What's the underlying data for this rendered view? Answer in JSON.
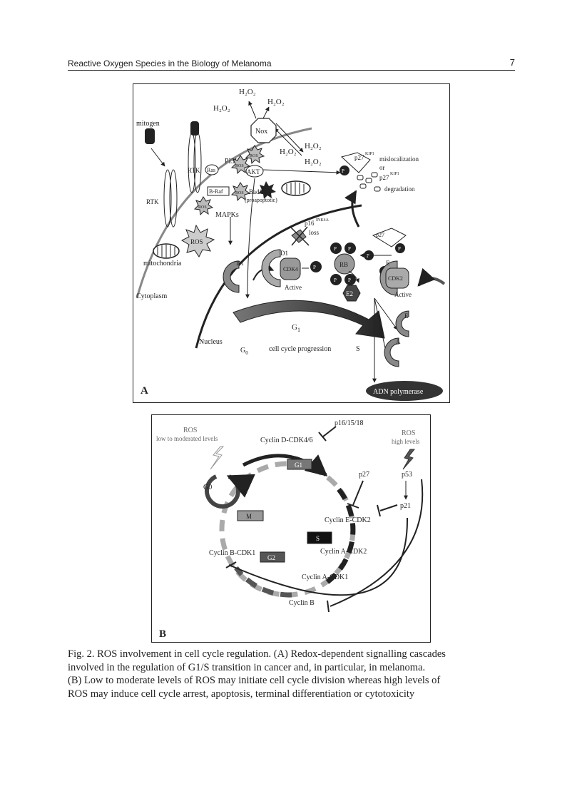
{
  "header": {
    "running_title": "Reactive Oxygen Species in the Biology of Melanoma",
    "page_number": "7"
  },
  "figure_a": {
    "panel_label": "A",
    "labels": {
      "h2o2_1": "H₂O₂",
      "h2o2_2": "H₂O₂",
      "h2o2_3": "H₂O₂",
      "h2o2_4": "H₂O₂",
      "h2o2_5": "H₂O₂",
      "h2o2_6": "H₂O₂",
      "nox": "Nox",
      "mitogen": "mitogen",
      "rtk_left": "RTK",
      "rtk_mid": "RTK",
      "ras": "Ras",
      "pi3k": "PI3K",
      "akt": "AKT",
      "braf": "B-Raf",
      "mapks": "MAPKs",
      "ros1": "ROS",
      "ros2": "ROS",
      "ros3": "ROS",
      "ros4": "ROS",
      "ros_big": "ROS",
      "badbax": "Bad/Bax",
      "proapoptotic": "(proapoptotic)",
      "mitochondria": "mitochondria",
      "cytoplasm": "Cytoplasm",
      "nucleus": "Nucleus",
      "p27kip1_top": "p27",
      "kip1_sup": "KIP1",
      "mislocalization": "mislocalization",
      "or": "or",
      "p27kip1_deg": "p27",
      "degradation": "degradation",
      "p16": "p16",
      "ink4a": "INK4A",
      "loss": "loss",
      "p27kip1_right": "p27",
      "cdk4": "CDK4",
      "d1": "D1",
      "d1_left": "D1",
      "rb": "RB",
      "p": "P",
      "e2f": "E2",
      "cdk2": "CDK2",
      "e": "E",
      "active1": "Active",
      "active2": "Active",
      "g1": "G",
      "g1_sub": "1",
      "g0": "G",
      "g0_sub": "0",
      "progression": "cell cycle progression",
      "s": "S",
      "e_right": "E",
      "a_right": "A",
      "adn": "ADN polymerase"
    }
  },
  "figure_b": {
    "panel_label": "B",
    "labels": {
      "ros_low": "ROS",
      "low_levels": "low to moderated levels",
      "ros_high": "ROS",
      "high_levels": "high levels",
      "p161518": "p16/15/18",
      "cyclin_d": "Cyclin D-CDK4/6",
      "g1": "G1",
      "g0": "G0",
      "p27": "p27",
      "p53": "p53",
      "p21": "p21",
      "cyclin_e": "Cyclin E-CDK2",
      "m": "M",
      "s": "S",
      "cyclin_a_cdk2": "Cyclin A-CDK2",
      "cyclin_b_cdk1": "Cyclin B-CDK1",
      "g2": "G2",
      "cyclin_a_cdk1": "Cyclin A-CDK1",
      "cyclin_b": "Cyclin B"
    }
  },
  "caption": {
    "line1": "Fig. 2. ROS involvement in cell cycle regulation. (A) Redox-dependent signalling cascades",
    "line2": "involved in the regulation of G1/S transition in cancer and, in particular, in melanoma.",
    "line3": "(B) Low to moderate levels of ROS may initiate cell cycle division whereas high levels of",
    "line4": "ROS may induce cell cycle arrest, apoptosis, terminal differentiation or cytotoxicity"
  }
}
